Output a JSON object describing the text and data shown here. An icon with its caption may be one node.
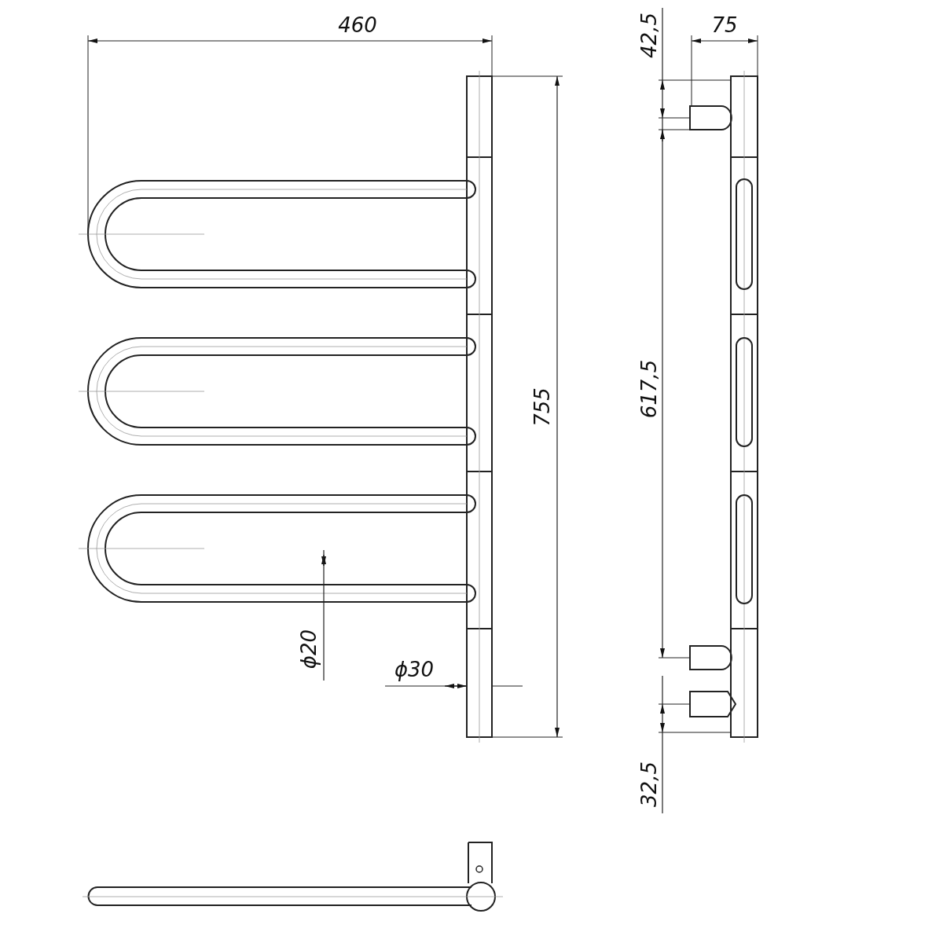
{
  "diagram": {
    "labels": [
      "460",
      "755",
      "ϕ20",
      "ϕ30",
      "42,5",
      "75",
      "617,5",
      "32,5"
    ]
  }
}
